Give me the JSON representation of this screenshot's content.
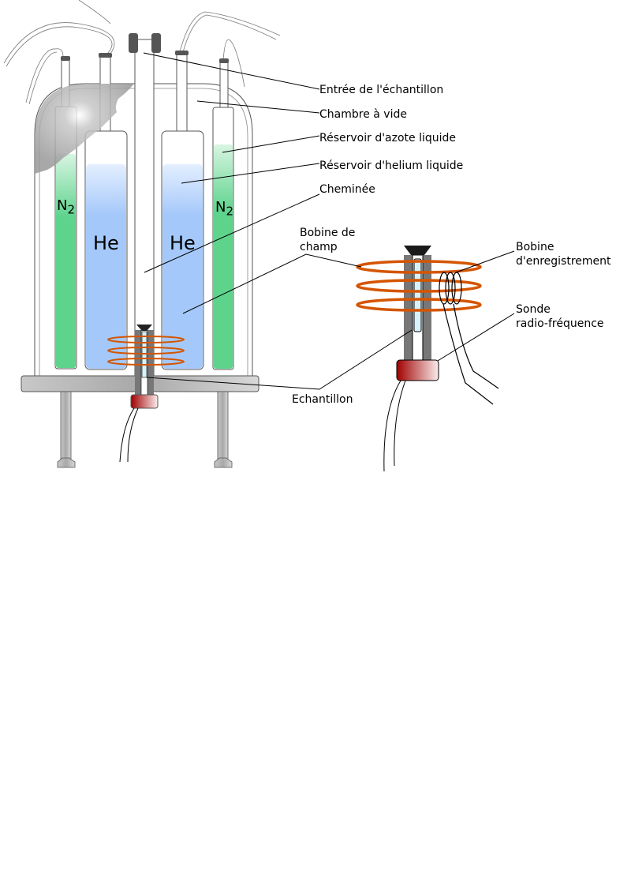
{
  "labels": {
    "sample_inlet": "Entrée de l'échantillon",
    "vacuum_chamber": "Chambre à vide",
    "nitrogen_reservoir": "Réservoir d'azote liquide",
    "helium_reservoir": "Réservoir d'helium liquide",
    "chimney": "Cheminée",
    "field_coil_line1": "Bobine de",
    "field_coil_line2": "champ",
    "recording_coil_line1": "Bobine",
    "recording_coil_line2": "d'enregistrement",
    "rf_probe_line1": "Sonde",
    "rf_probe_line2": "radio-fréquence",
    "sample": "Echantillon"
  },
  "tank_labels": {
    "n2_left": "N",
    "n2_left_sub": "2",
    "he_left": "He",
    "he_right": "He",
    "n2_right": "N",
    "n2_right_sub": "2"
  },
  "colors": {
    "helium": "#a4c8fa",
    "nitrogen": "#5dd38c",
    "coil": "#d45500",
    "connector": "#a00000"
  }
}
